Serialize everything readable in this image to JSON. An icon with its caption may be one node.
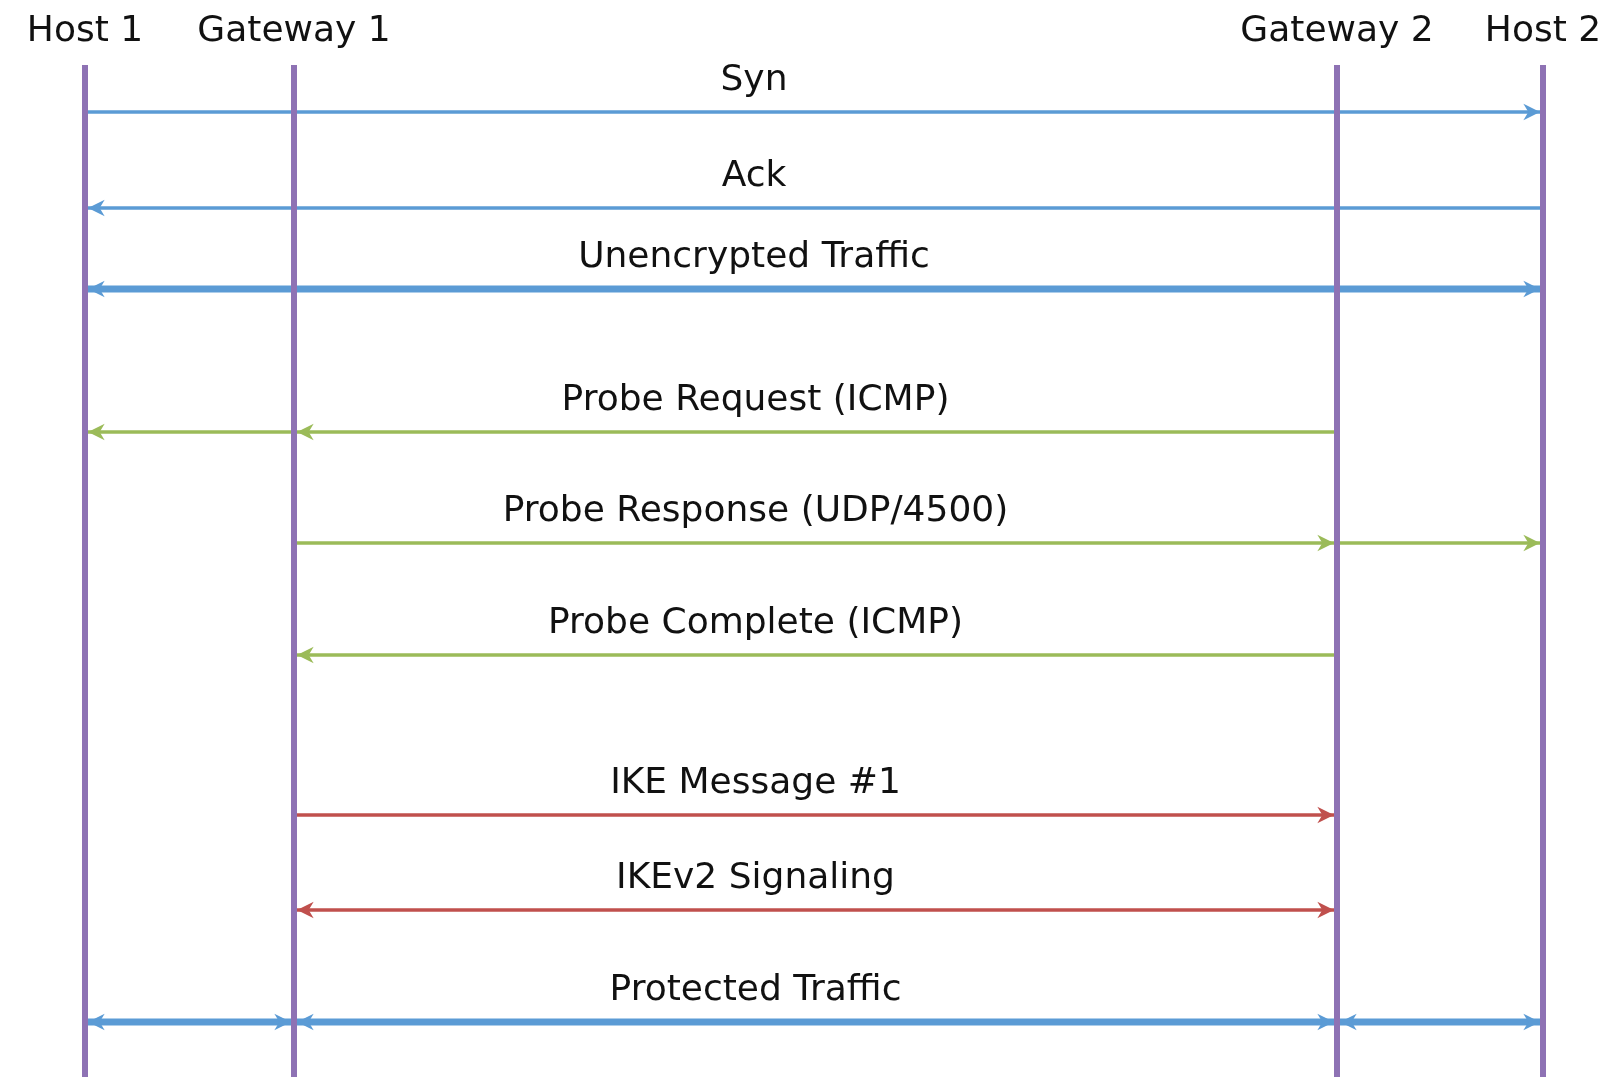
{
  "diagram": {
    "nodes": [
      {
        "text": [
          "Host 1"
        ]
      },
      {
        "text": [
          "Gateway 1"
        ]
      },
      {
        "text": [
          "Gateway 2"
        ]
      },
      {
        "text": [
          "Host 2"
        ]
      }
    ],
    "edges": [
      {
        "from": 0,
        "to": 3,
        "arrow": "to",
        "label": "Syn"
      },
      {
        "from": 3,
        "to": 0,
        "arrow": "to",
        "label": "Ack"
      },
      {
        "from": 0,
        "to": 3,
        "arrow": "both",
        "label": "Unencrypted Traffic",
        "style": "thick"
      },
      {
        "from": 2,
        "to": 1,
        "arrow": "to",
        "label": "Probe Request (ICMP)",
        "color": "#9bbb59"
      },
      {
        "from": 1,
        "to": 0,
        "arrow": "to",
        "color": "#9bbb59"
      },
      {
        "from": 1,
        "to": 2,
        "arrow": "to",
        "label": "Probe Response (UDP/4500)",
        "color": "#9bbb59"
      },
      {
        "from": 2,
        "to": 3,
        "arrow": "to",
        "color": "#9bbb59"
      },
      {
        "from": 2,
        "to": 1,
        "arrow": "to",
        "label": "Probe Complete (ICMP)",
        "color": "#9bbb59"
      },
      {
        "from": 1,
        "to": 2,
        "arrow": "to",
        "label": "IKE Message #1",
        "color": "#c0504d"
      },
      {
        "from": 1,
        "to": 2,
        "arrow": "both",
        "label": "IKEv2 Signaling",
        "color": "#c0504d"
      },
      {
        "from": 1,
        "to": 2,
        "arrow": "both",
        "label": "Protected Traffic",
        "style": "thick"
      },
      {
        "from": 0,
        "to": 1,
        "arrow": "both",
        "style": "thick"
      },
      {
        "from": 2,
        "to": 3,
        "arrow": "both",
        "style": "thick"
      }
    ]
  }
}
